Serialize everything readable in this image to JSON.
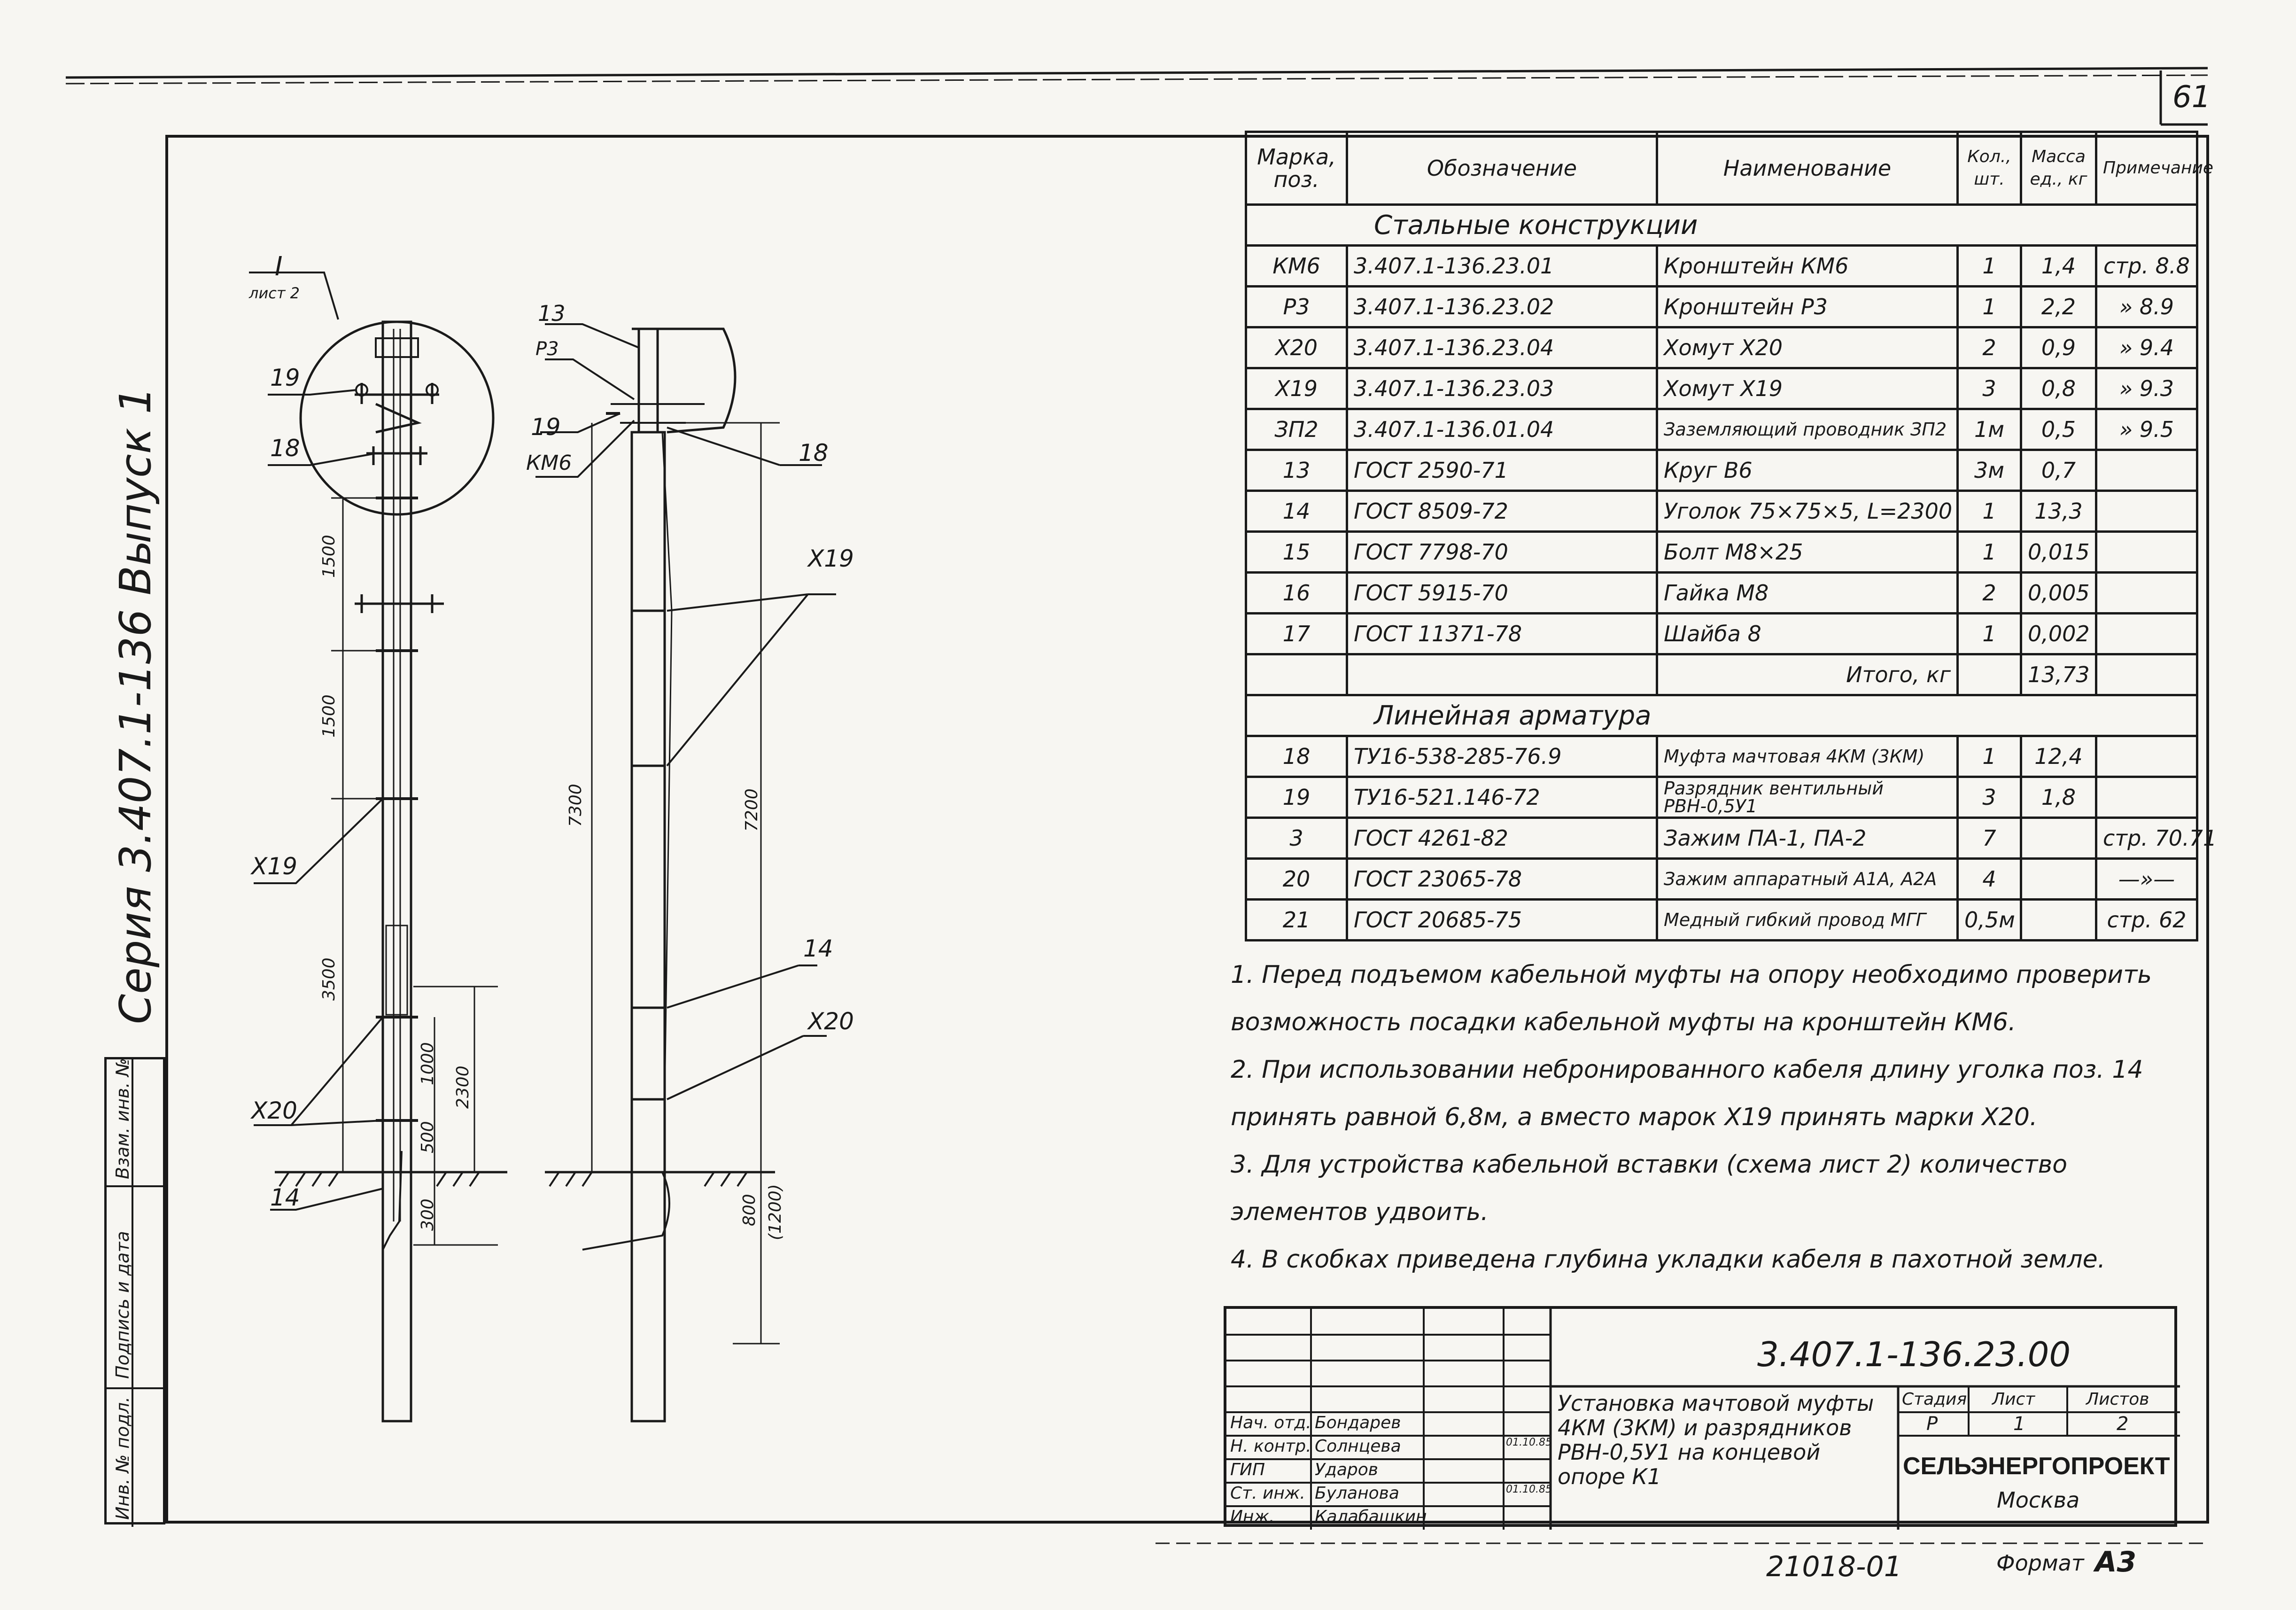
{
  "page": {
    "number": "61",
    "format_label": "Формат",
    "format_value": "А3",
    "inventory": "21018-01"
  },
  "series_label": "Серия 3.407.1-136 Выпуск 1",
  "stamp": {
    "inv_orig": "Инв. № подл.",
    "sign_date": "Подпись и дата",
    "replace_inv": "Взам. инв. №"
  },
  "drawing": {
    "callout_circle": {
      "numeral": "I",
      "sheet": "лист 2"
    },
    "labels": {
      "p19": "19",
      "p18": "18",
      "x19": "Х19",
      "x20": "Х20",
      "p14": "14",
      "p13": "13",
      "r3": "Р3",
      "km6": "КМ6",
      "p18b": "18",
      "x19b": "Х19",
      "p14b": "14",
      "x20b": "Х20",
      "p19b": "19"
    },
    "dims": {
      "d1500a": "1500",
      "d1500b": "1500",
      "d3500": "3500",
      "d7300": "7300",
      "d1000": "1000",
      "d500": "500",
      "d2300": "2300",
      "d300": "300",
      "d7200": "7200",
      "d800": "800",
      "d1200": "(1200)"
    }
  },
  "spec_table": {
    "headers": [
      "Марка, поз.",
      "Обозначение",
      "Наименование",
      "Кол., шт.",
      "Масса ед., кг",
      "Примечание"
    ],
    "section1": "Стальные конструкции",
    "rows1": [
      {
        "mark": "КМ6",
        "code": "3.407.1-136.23.01",
        "name": "Кронштейн КМ6",
        "qty": "1",
        "mass": "1,4",
        "note": "стр. 8.8"
      },
      {
        "mark": "Р3",
        "code": "3.407.1-136.23.02",
        "name": "Кронштейн Р3",
        "qty": "1",
        "mass": "2,2",
        "note": "» 8.9"
      },
      {
        "mark": "Х20",
        "code": "3.407.1-136.23.04",
        "name": "Хомут Х20",
        "qty": "2",
        "mass": "0,9",
        "note": "» 9.4"
      },
      {
        "mark": "Х19",
        "code": "3.407.1-136.23.03",
        "name": "Хомут Х19",
        "qty": "3",
        "mass": "0,8",
        "note": "» 9.3"
      },
      {
        "mark": "ЗП2",
        "code": "3.407.1-136.01.04",
        "name": "Заземляющий проводник ЗП2",
        "qty": "1м",
        "mass": "0,5",
        "note": "» 9.5"
      },
      {
        "mark": "13",
        "code": "ГОСТ 2590-71",
        "name": "Круг В6",
        "qty": "3м",
        "mass": "0,7",
        "note": ""
      },
      {
        "mark": "14",
        "code": "ГОСТ 8509-72",
        "name": "Уголок 75×75×5, L=2300",
        "qty": "1",
        "mass": "13,3",
        "note": ""
      },
      {
        "mark": "15",
        "code": "ГОСТ 7798-70",
        "name": "Болт М8×25",
        "qty": "1",
        "mass": "0,015",
        "note": ""
      },
      {
        "mark": "16",
        "code": "ГОСТ 5915-70",
        "name": "Гайка М8",
        "qty": "2",
        "mass": "0,005",
        "note": ""
      },
      {
        "mark": "17",
        "code": "ГОСТ 11371-78",
        "name": "Шайба 8",
        "qty": "1",
        "mass": "0,002",
        "note": ""
      }
    ],
    "total_label": "Итого, кг",
    "total_value": "13,73",
    "section2": "Линейная арматура",
    "rows2": [
      {
        "mark": "18",
        "code": "ТУ16-538-285-76.9",
        "name": "Муфта мачтовая 4КМ (3КМ)",
        "qty": "1",
        "mass": "12,4",
        "note": ""
      },
      {
        "mark": "19",
        "code": "ТУ16-521.146-72",
        "name": "Разрядник вентильный РВН-0,5У1",
        "qty": "3",
        "mass": "1,8",
        "note": ""
      },
      {
        "mark": "3",
        "code": "ГОСТ 4261-82",
        "name": "Зажим ПА-1, ПА-2",
        "qty": "7",
        "mass": "",
        "note": "стр. 70.71"
      },
      {
        "mark": "20",
        "code": "ГОСТ 23065-78",
        "name": "Зажим аппаратный А1А, А2А",
        "qty": "4",
        "mass": "",
        "note": "—»—"
      },
      {
        "mark": "21",
        "code": "ГОСТ 20685-75",
        "name": "Медный гибкий провод МГГ",
        "qty": "0,5м",
        "mass": "",
        "note": "стр. 62"
      }
    ]
  },
  "notes": [
    "1. Перед подъемом кабельной муфты на опору необходимо проверить возможность посадки кабельной муфты на кронштейн КМ6.",
    "2. При использовании небронированного кабеля длину уголка поз. 14 принять равной 6,8м, а вместо марок Х19 принять марки Х20.",
    "3. Для устройства кабельной вставки (схема лист 2) количество элементов удвоить.",
    "4. В скобках приведена глубина укладки кабеля в пахотной земле."
  ],
  "title_block": {
    "doc_code": "3.407.1-136.23.00",
    "title": "Установка мачтовой муфты 4КМ (3КМ) и разрядников РВН-0,5У1 на концевой опоре К1",
    "org": "СЕЛЬЭНЕРГОПРОЕКТ",
    "city": "Москва",
    "stage_h": "Стадия",
    "sheet_h": "Лист",
    "sheets_h": "Листов",
    "stage": "Р",
    "sheet": "1",
    "sheets": "2",
    "staff": [
      {
        "role": "Нач. отд.",
        "name": "Бондарев",
        "date": ""
      },
      {
        "role": "Н. контр.",
        "name": "Солнцева",
        "date": "01.10.85"
      },
      {
        "role": "ГИП",
        "name": "Удаpов",
        "date": ""
      },
      {
        "role": "Ст. инж.",
        "name": "Буланова",
        "date": "01.10.85"
      },
      {
        "role": "Инж.",
        "name": "Калабашкин",
        "date": ""
      }
    ]
  }
}
